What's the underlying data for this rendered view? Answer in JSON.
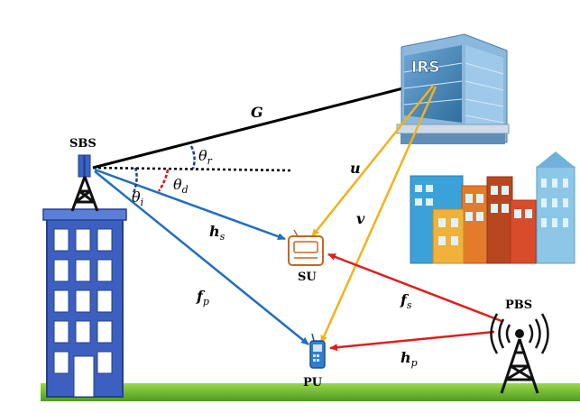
{
  "nodes": {
    "sbs": "SBS",
    "irs": "IRS",
    "su": "SU",
    "pu": "PU",
    "pbs": "PBS"
  },
  "channels": {
    "G": "G",
    "u": "u",
    "v": "v",
    "h_s": "h",
    "h_s_sub": "s",
    "f_p": "f",
    "f_p_sub": "p",
    "f_s": "f",
    "f_s_sub": "s",
    "h_p": "h",
    "h_p_sub": "p"
  },
  "angles": {
    "theta_r": "θ",
    "theta_r_sub": "r",
    "theta_d": "θ",
    "theta_d_sub": "d",
    "theta_i": "θ",
    "theta_i_sub": "i"
  },
  "colors": {
    "sbs_links": "#1f6fbf",
    "irs_links": "#f2b21b",
    "pbs_links": "#e01e1e",
    "G_link": "#000000",
    "ground": "#7cc43a",
    "tower": "#3b63c4"
  }
}
